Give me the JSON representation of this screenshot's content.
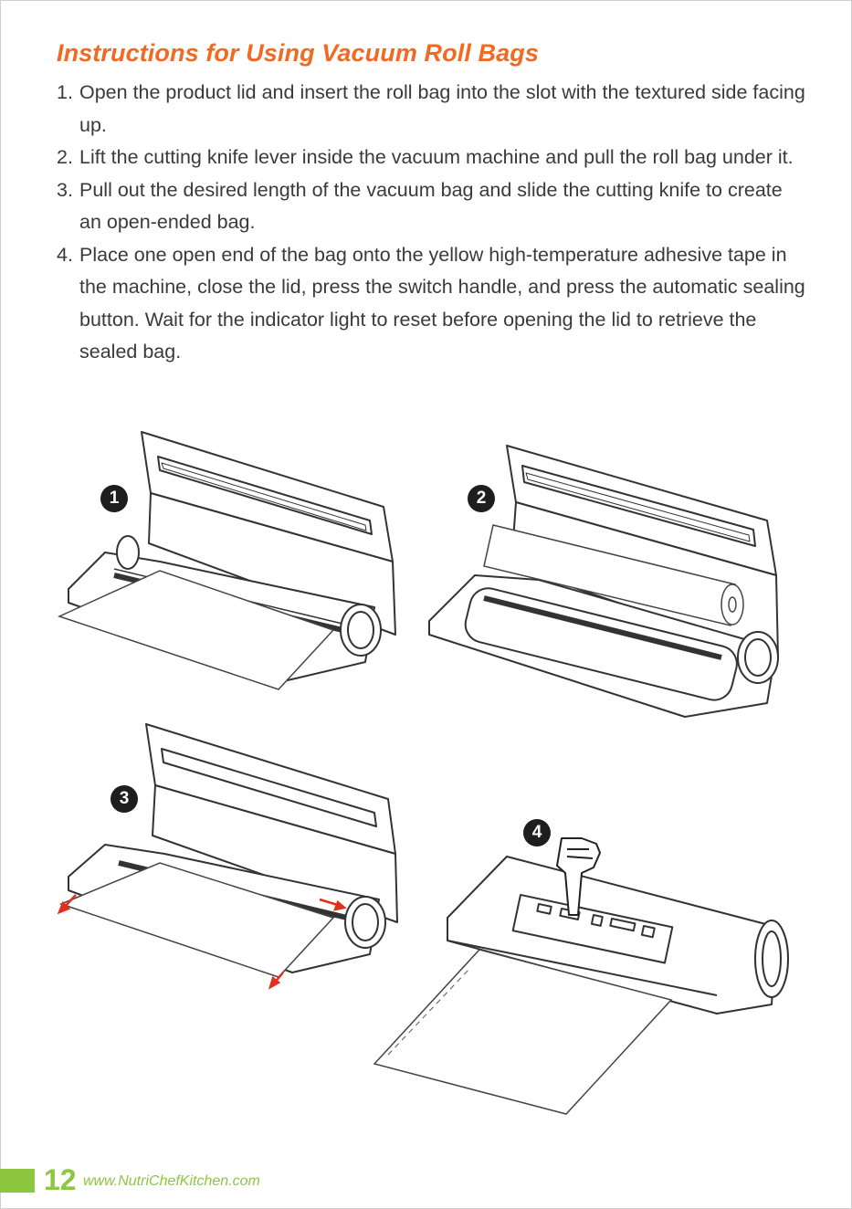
{
  "title": "Instructions for Using Vacuum Roll Bags",
  "steps": [
    {
      "number": "1.",
      "text": "Open the product lid and insert the roll bag into the slot with the textured side facing up."
    },
    {
      "number": "2.",
      "text": "Lift the cutting knife lever inside the vacuum machine and pull the roll bag under it."
    },
    {
      "number": "3.",
      "text": "Pull out the desired length of the vacuum bag and slide the cutting knife to create an open-ended bag."
    },
    {
      "number": "4.",
      "text": "Place one open end of the bag onto the yellow high-temperature adhesive tape in the machine, close the lid, press the switch handle, and press the automatic sealing button. Wait for the indicator light to reset before opening the lid to retrieve the sealed bag."
    }
  ],
  "figures": {
    "badges": [
      "1",
      "2",
      "3",
      "4"
    ]
  },
  "footer": {
    "page_number": "12",
    "website": "www.NutriChefKitchen.com"
  },
  "colors": {
    "title": "#f26a21",
    "accent_green": "#8dc63f",
    "line_art": "#333333"
  }
}
